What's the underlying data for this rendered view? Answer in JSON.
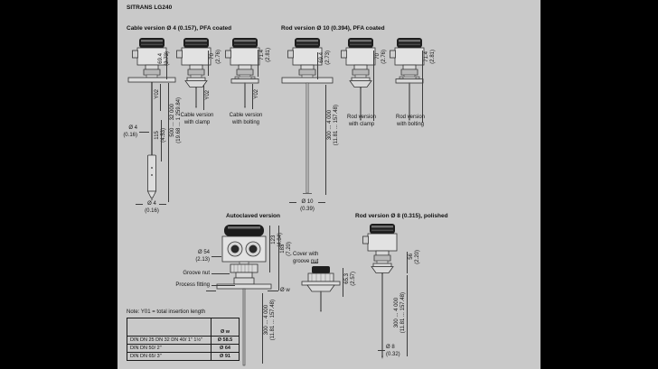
{
  "meta": {
    "title": "SITRANS LG240"
  },
  "sections": {
    "cable": {
      "heading": "Cable version Ø 4 (0.157), PFA coated"
    },
    "rod10": {
      "heading": "Rod version Ø 10 (0.394), PFA coated"
    },
    "autoclaved": {
      "heading": "Autoclaved version"
    },
    "rod8": {
      "heading": "Rod version Ø 8 (0.315), polished"
    }
  },
  "figures": {
    "cable_full": {
      "neck_dim": "69.4\n(2.73)",
      "y_dim": "Y02",
      "range": "500 ... 32 000\n(19.68 ... 1 259.84)",
      "cable_dia": "Ø 4\n(0.16)",
      "weight_len": "115\n(4.53)",
      "tip_dia": "Ø 4\n(0.16)"
    },
    "cable_clamp": {
      "neck_dim": "70\n(2.76)",
      "y_dim": "Y02",
      "caption": "Cable version\nwith clamp"
    },
    "cable_bolting": {
      "neck_dim": "71.4\n(2.81)",
      "y_dim": "Y02",
      "caption": "Cable version\nwith bolting"
    },
    "rod_full": {
      "neck_dim": "69.4\n(2.73)",
      "range": "300 ... 4 000\n(11.81 ... 157.48)",
      "tip_dia": "Ø 10\n(0.39)"
    },
    "rod_clamp": {
      "neck_dim": "70\n(2.76)",
      "caption": "Rod version\nwith clamp"
    },
    "rod_bolting": {
      "neck_dim": "71.4\n(2.81)",
      "caption": "Rod version\nwith bolting"
    },
    "autoclaved": {
      "housing_dia": "Ø 54\n(2.13)",
      "groove_nut": "Groove nut",
      "process_fitting": "Process fitting",
      "w_label": "Ø w",
      "dim_upper": "123\n(4.84)",
      "dim_lower": "183\n(7.20)",
      "range": "300 ... 4 000\n(11.81 ... 157.48)"
    },
    "cover": {
      "label": "Cover with\ngroove nut",
      "dim": "65.3\n(2.57)"
    },
    "rod8": {
      "neck_dim": "56\n(2.20)",
      "range": "300 ... 4 000\n(11.81 ... 157.48)",
      "tip_dia": "Ø 8\n(0.32)"
    }
  },
  "note": "Note: Y01 = total insertion length",
  "table": {
    "header": "Ø w",
    "rows": [
      {
        "label": "DIN DN 25 DN 32 DN 40/ 1\" 1½\"",
        "value": "Ø 58.5"
      },
      {
        "label": "DIN DN 50/ 2\"",
        "value": "Ø 64"
      },
      {
        "label": "DIN DN 65/ 3\"",
        "value": "Ø 91"
      }
    ]
  },
  "colors": {
    "page_bg": "#c9c9c9",
    "frame": "#000000",
    "line": "#3c3c3c",
    "housing_dark": "#1d1d1d",
    "fill_light": "#e2e2e2"
  }
}
